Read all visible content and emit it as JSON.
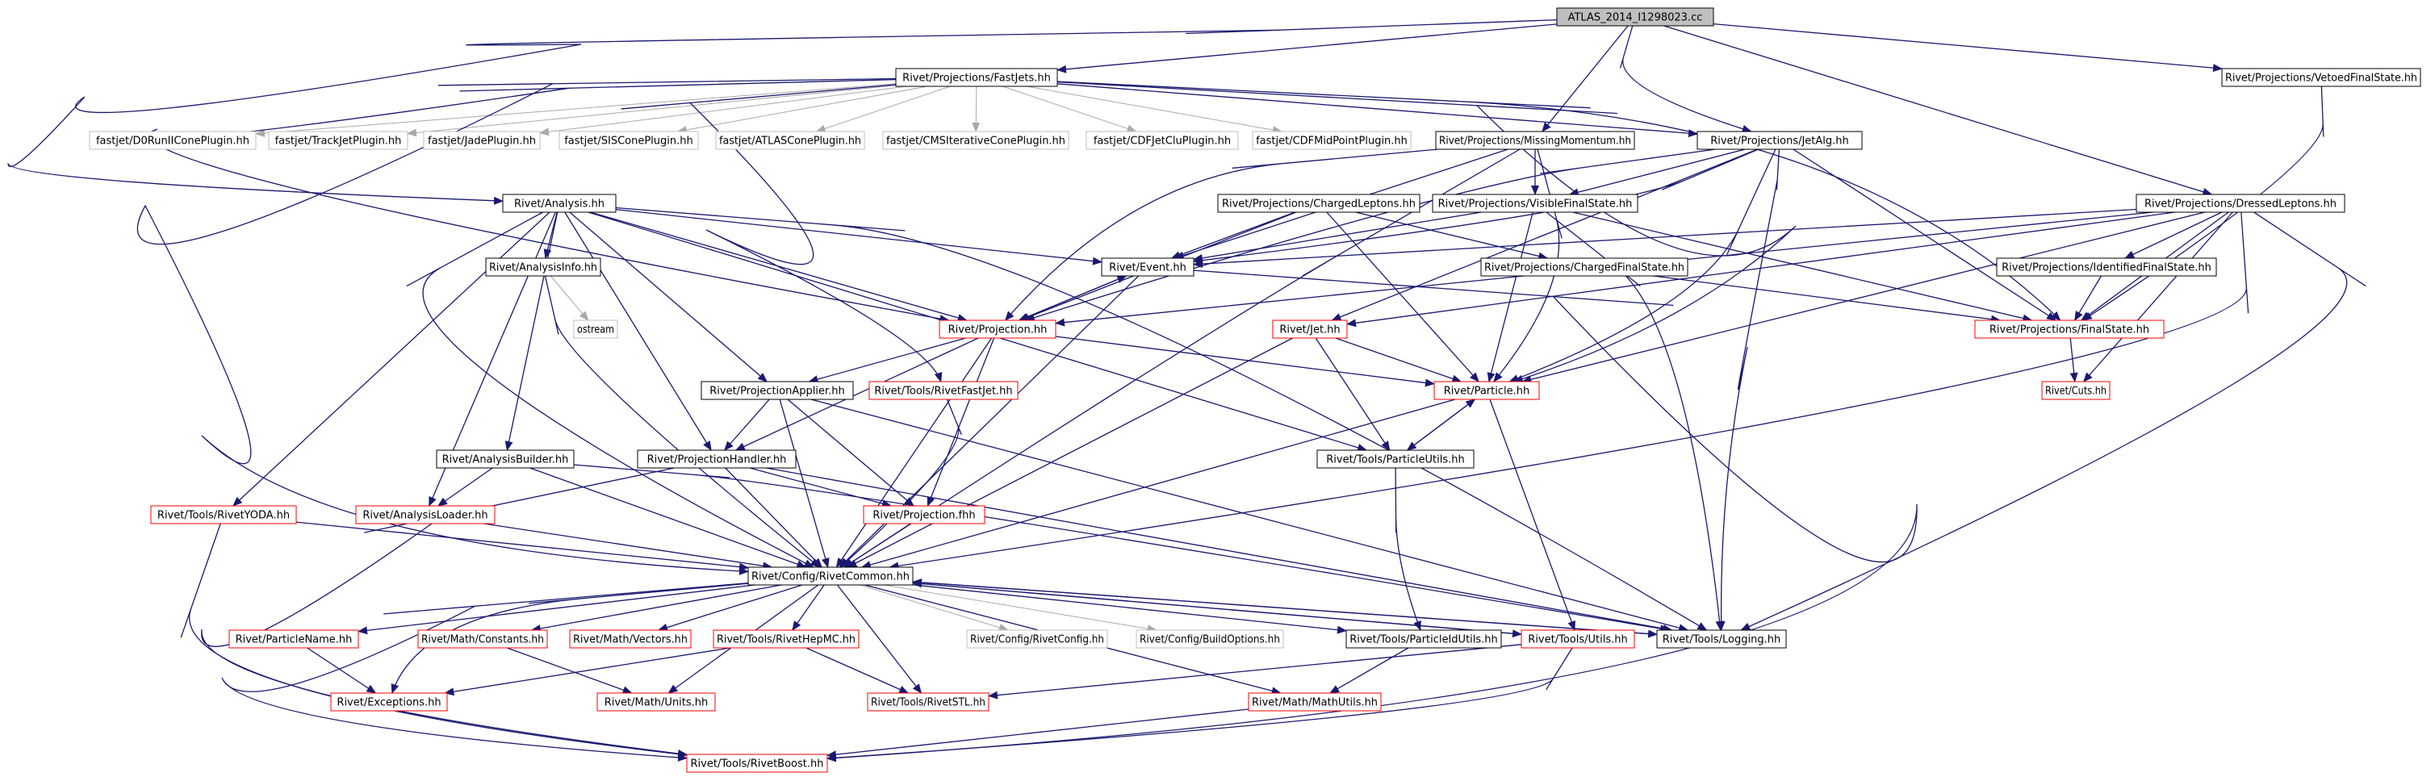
{
  "graph": {
    "colors": {
      "edge_dark": "#191970",
      "edge_gray": "#a9a9a9",
      "border_black": "#000000",
      "border_red": "#ff0000",
      "border_gray": "#bfbfbf",
      "root_fill": "#bfbfbf",
      "text": "#000000"
    },
    "nodes": [
      {
        "id": "root",
        "label": "ATLAS_2014_I1298023.cc",
        "style": "root"
      },
      {
        "id": "fastjets",
        "label": "Rivet/Projections/FastJets.hh",
        "style": "black"
      },
      {
        "id": "vetoed",
        "label": "Rivet/Projections/VetoedFinalState.hh",
        "style": "black"
      },
      {
        "id": "d0run",
        "label": "fastjet/D0RunIIConePlugin.hh",
        "style": "gray"
      },
      {
        "id": "trackjet",
        "label": "fastjet/TrackJetPlugin.hh",
        "style": "gray"
      },
      {
        "id": "jade",
        "label": "fastjet/JadePlugin.hh",
        "style": "gray"
      },
      {
        "id": "siscone",
        "label": "fastjet/SISConePlugin.hh",
        "style": "gray"
      },
      {
        "id": "atlascone",
        "label": "fastjet/ATLASConePlugin.hh",
        "style": "gray"
      },
      {
        "id": "cmsiter",
        "label": "fastjet/CMSIterativeConePlugin.hh",
        "style": "gray"
      },
      {
        "id": "cdfjetclu",
        "label": "fastjet/CDFJetCluPlugin.hh",
        "style": "gray"
      },
      {
        "id": "cdfmid",
        "label": "fastjet/CDFMidPointPlugin.hh",
        "style": "gray"
      },
      {
        "id": "missmom",
        "label": "Rivet/Projections/MissingMomentum.hh",
        "style": "black"
      },
      {
        "id": "jetalg",
        "label": "Rivet/Projections/JetAlg.hh",
        "style": "black"
      },
      {
        "id": "analysis",
        "label": "Rivet/Analysis.hh",
        "style": "black"
      },
      {
        "id": "chlep",
        "label": "Rivet/Projections/ChargedLeptons.hh",
        "style": "black"
      },
      {
        "id": "visfs",
        "label": "Rivet/Projections/VisibleFinalState.hh",
        "style": "black"
      },
      {
        "id": "dressed",
        "label": "Rivet/Projections/DressedLeptons.hh",
        "style": "black"
      },
      {
        "id": "aninfo",
        "label": "Rivet/AnalysisInfo.hh",
        "style": "black"
      },
      {
        "id": "event",
        "label": "Rivet/Event.hh",
        "style": "black"
      },
      {
        "id": "chfs",
        "label": "Rivet/Projections/ChargedFinalState.hh",
        "style": "black"
      },
      {
        "id": "idfs",
        "label": "Rivet/Projections/IdentifiedFinalState.hh",
        "style": "black"
      },
      {
        "id": "ostream",
        "label": "ostream",
        "style": "gray"
      },
      {
        "id": "projection",
        "label": "Rivet/Projection.hh",
        "style": "red"
      },
      {
        "id": "jet",
        "label": "Rivet/Jet.hh",
        "style": "red"
      },
      {
        "id": "finalstate",
        "label": "Rivet/Projections/FinalState.hh",
        "style": "red"
      },
      {
        "id": "papplier",
        "label": "Rivet/ProjectionApplier.hh",
        "style": "black"
      },
      {
        "id": "rivetfastjet",
        "label": "Rivet/Tools/RivetFastJet.hh",
        "style": "red"
      },
      {
        "id": "particle",
        "label": "Rivet/Particle.hh",
        "style": "red"
      },
      {
        "id": "cuts",
        "label": "Rivet/Cuts.hh",
        "style": "red"
      },
      {
        "id": "anbuilder",
        "label": "Rivet/AnalysisBuilder.hh",
        "style": "black"
      },
      {
        "id": "phandler",
        "label": "Rivet/ProjectionHandler.hh",
        "style": "black"
      },
      {
        "id": "putils",
        "label": "Rivet/Tools/ParticleUtils.hh",
        "style": "black"
      },
      {
        "id": "rivetyoda",
        "label": "Rivet/Tools/RivetYODA.hh",
        "style": "red"
      },
      {
        "id": "anloader",
        "label": "Rivet/AnalysisLoader.hh",
        "style": "red"
      },
      {
        "id": "projfhh",
        "label": "Rivet/Projection.fhh",
        "style": "red"
      },
      {
        "id": "common",
        "label": "Rivet/Config/RivetCommon.hh",
        "style": "black"
      },
      {
        "id": "pname",
        "label": "Rivet/ParticleName.hh",
        "style": "red"
      },
      {
        "id": "mconst",
        "label": "Rivet/Math/Constants.hh",
        "style": "red"
      },
      {
        "id": "mvectors",
        "label": "Rivet/Math/Vectors.hh",
        "style": "red"
      },
      {
        "id": "hepmc",
        "label": "Rivet/Tools/RivetHepMC.hh",
        "style": "red"
      },
      {
        "id": "rconfig",
        "label": "Rivet/Config/RivetConfig.hh",
        "style": "gray"
      },
      {
        "id": "buildopt",
        "label": "Rivet/Config/BuildOptions.hh",
        "style": "gray"
      },
      {
        "id": "pidutils",
        "label": "Rivet/Tools/ParticleIdUtils.hh",
        "style": "black"
      },
      {
        "id": "tutils",
        "label": "Rivet/Tools/Utils.hh",
        "style": "red"
      },
      {
        "id": "logging",
        "label": "Rivet/Tools/Logging.hh",
        "style": "black"
      },
      {
        "id": "exceptions",
        "label": "Rivet/Exceptions.hh",
        "style": "red"
      },
      {
        "id": "munits",
        "label": "Rivet/Math/Units.hh",
        "style": "red"
      },
      {
        "id": "stl",
        "label": "Rivet/Tools/RivetSTL.hh",
        "style": "red"
      },
      {
        "id": "mathutils",
        "label": "Rivet/Math/MathUtils.hh",
        "style": "red"
      },
      {
        "id": "boost",
        "label": "Rivet/Tools/RivetBoost.hh",
        "style": "red"
      }
    ]
  }
}
